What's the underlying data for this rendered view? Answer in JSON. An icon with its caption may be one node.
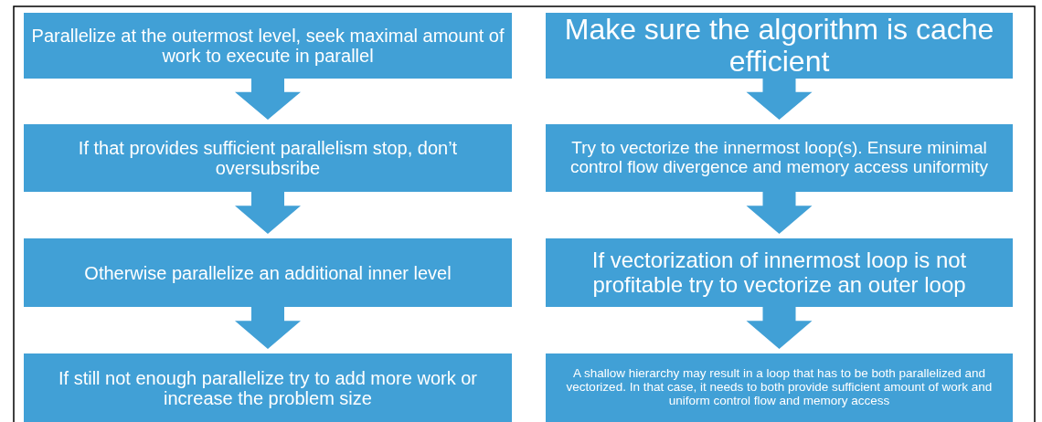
{
  "diagram": {
    "nodes": [
      {
        "text": [
          "Parallelize at the outermost level, seek maximal amount of work to execute in parallel"
        ]
      },
      {
        "text": [
          "If that provides sufficient parallelism stop, don’t oversubsribe"
        ]
      },
      {
        "text": [
          "Otherwise parallelize an additional inner level"
        ]
      },
      {
        "text": [
          "If still not enough parallelize try to add more work or increase the problem size"
        ]
      },
      {
        "text": [
          "Make sure the algorithm is cache efficient"
        ]
      },
      {
        "text": [
          "Try to vectorize the innermost loop(s). Ensure minimal control flow divergence and memory access uniformity"
        ]
      },
      {
        "text": [
          "If vectorization of innermost loop is not profitable try to vectorize an outer loop"
        ]
      },
      {
        "text": [
          "A shallow hierarchy may result in a loop that has to be both parallelized and vectorized. In that case, it needs to both provide sufficient amount of work and uniform control flow and memory access"
        ]
      }
    ],
    "edges": [
      {
        "from": 0,
        "to": 1,
        "arrow": "to"
      },
      {
        "from": 1,
        "to": 2,
        "arrow": "to"
      },
      {
        "from": 2,
        "to": 3,
        "arrow": "to"
      },
      {
        "from": 4,
        "to": 5,
        "arrow": "to"
      },
      {
        "from": 5,
        "to": 6,
        "arrow": "to"
      },
      {
        "from": 6,
        "to": 7,
        "arrow": "to"
      }
    ]
  }
}
